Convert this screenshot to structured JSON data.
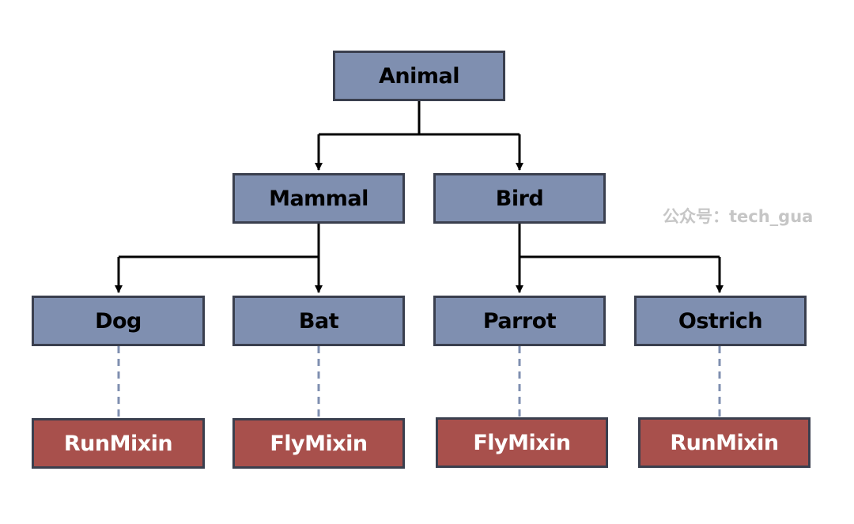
{
  "diagram": {
    "nodes": {
      "animal": "Animal",
      "mammal": "Mammal",
      "bird": "Bird",
      "dog": "Dog",
      "bat": "Bat",
      "parrot": "Parrot",
      "ostrich": "Ostrich"
    },
    "mixins": {
      "dog": "RunMixin",
      "bat": "FlyMixin",
      "parrot": "FlyMixin",
      "ostrich": "RunMixin"
    },
    "watermark": "公众号：tech_gua"
  }
}
